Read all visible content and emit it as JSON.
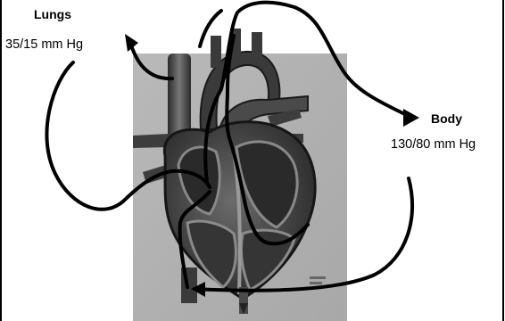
{
  "diagram": {
    "lungs": {
      "title": "Lungs",
      "pressure": "35/15 mm Hg"
    },
    "body": {
      "title": "Body",
      "pressure": "130/80 mm Hg"
    },
    "heart_image": {
      "icon": "heart-cross-section-icon"
    }
  }
}
